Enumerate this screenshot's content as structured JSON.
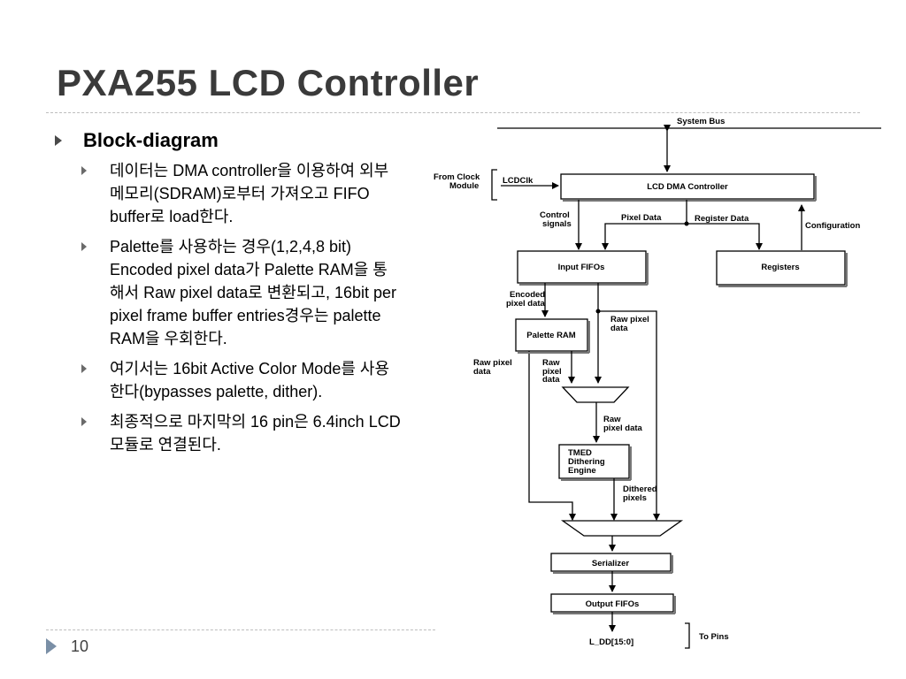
{
  "title": "PXA255 LCD Controller",
  "bullets": {
    "heading": "Block-diagram",
    "items": [
      "데이터는 DMA controller을 이용하여 외부메모리(SDRAM)로부터 가져오고 FIFO buffer로 load한다.",
      "Palette를 사용하는 경우(1,2,4,8 bit) Encoded pixel data가 Palette RAM을 통해서 Raw pixel data로 변환되고, 16bit per pixel frame buffer entries경우는 palette RAM을 우회한다.",
      "여기서는 16bit Active Color Mode를 사용한다(bypasses palette, dither).",
      "최종적으로 마지막의 16 pin은 6.4inch LCD 모듈로 연결된다."
    ]
  },
  "page_number": "10",
  "diagram": {
    "system_bus": "System Bus",
    "from_clock_1": "From Clock",
    "from_clock_2": "Module",
    "lcdclk": "LCDClk",
    "lcd_dma": "LCD DMA Controller",
    "control_signals_1": "Control",
    "control_signals_2": "signals",
    "pixel_data": "Pixel Data",
    "register_data": "Register Data",
    "configuration": "Configuration",
    "input_fifos": "Input FIFOs",
    "registers": "Registers",
    "encoded_1": "Encoded",
    "encoded_2": "pixel data",
    "raw_a_1": "Raw pixel",
    "raw_a_2": "data",
    "palette_ram": "Palette RAM",
    "raw_b_1": "Raw pixel",
    "raw_b_2": "data",
    "raw_c_1": "Raw",
    "raw_c_2": "pixel",
    "raw_c_3": "data",
    "raw_d_1": "Raw",
    "raw_d_2": "pixel data",
    "tmed_1": "TMED",
    "tmed_2": "Dithering",
    "tmed_3": "Engine",
    "dithered_1": "Dithered",
    "dithered_2": "pixels",
    "serializer": "Serializer",
    "output_fifos": "Output FIFOs",
    "lcd_pins": "L_DD[15:0]",
    "to_pins": "To Pins"
  }
}
